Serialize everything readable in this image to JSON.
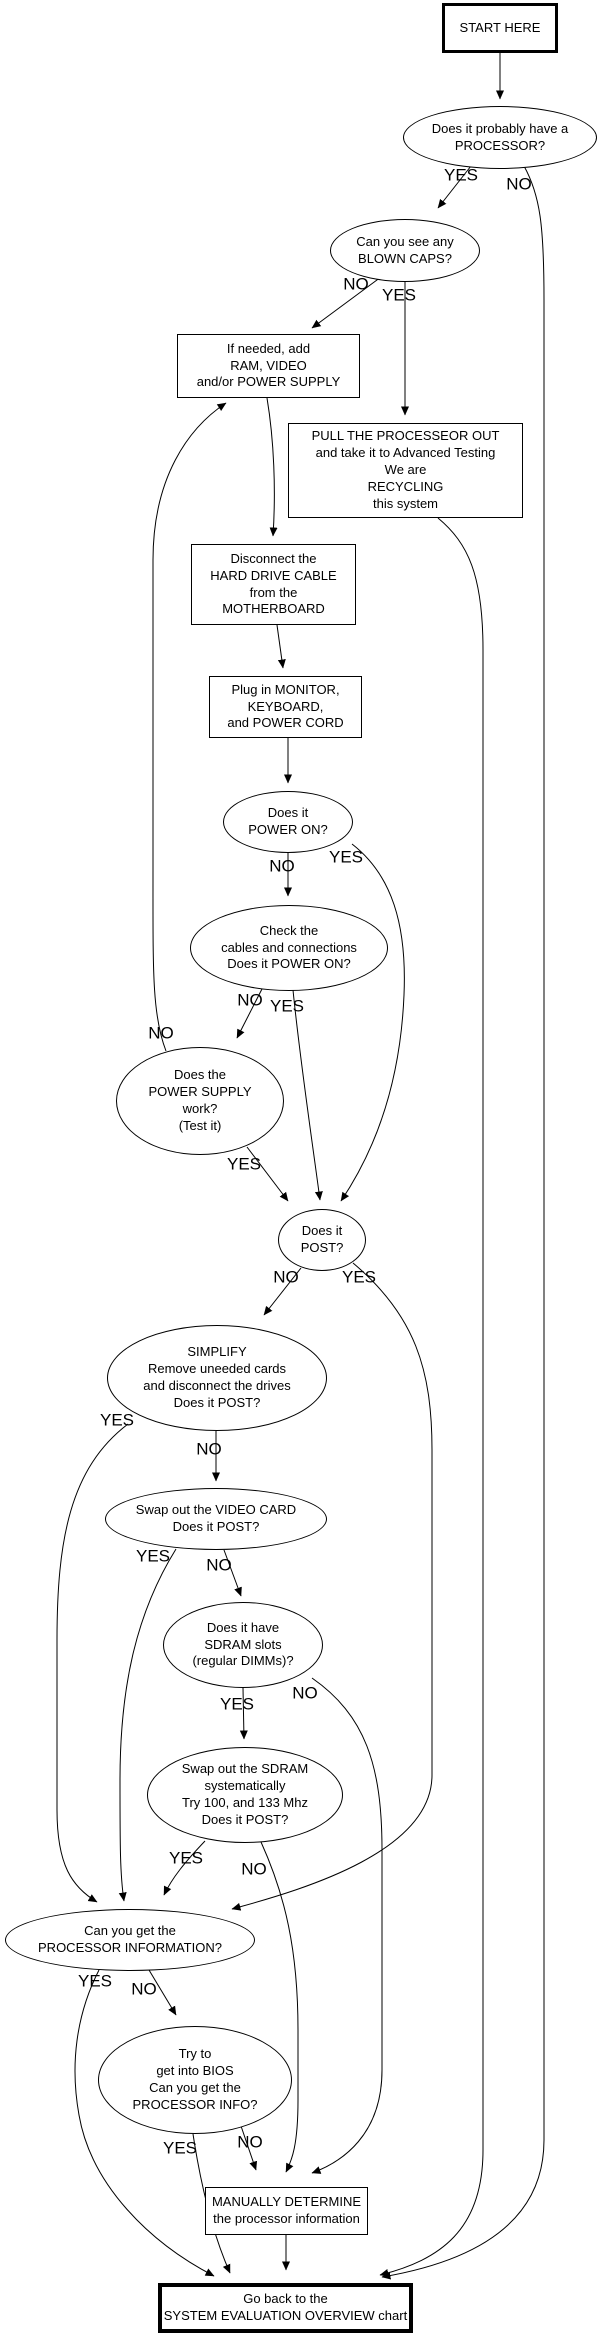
{
  "diagram": {
    "title": "Processor system evaluation flowchart",
    "colors": {
      "stroke": "#000000",
      "background": "#ffffff",
      "text": "#000000"
    },
    "nodes": {
      "start": {
        "label": "START HERE"
      },
      "has_processor": {
        "label": "Does it probably have a\nPROCESSOR?"
      },
      "blown_caps": {
        "label": "Can you see any\nBLOWN CAPS?"
      },
      "add_parts": {
        "label": "If needed, add\nRAM, VIDEO\nand/or POWER SUPPLY"
      },
      "pull_processor": {
        "label": "PULL THE PROCESSEOR OUT\nand take it to Advanced Testing\nWe are\nRECYCLING\nthis system"
      },
      "disconnect_hdd": {
        "label": "Disconnect the\nHARD DRIVE CABLE\nfrom the\nMOTHERBOARD"
      },
      "plug_in": {
        "label": "Plug in MONITOR,\nKEYBOARD,\nand POWER CORD"
      },
      "power_on": {
        "label": "Does it\nPOWER ON?"
      },
      "check_cables": {
        "label": "Check the\ncables and connections\nDoes it POWER ON?"
      },
      "power_supply": {
        "label": "Does the\nPOWER SUPPLY\nwork?\n(Test it)"
      },
      "post": {
        "label": "Does it\nPOST?"
      },
      "simplify": {
        "label": "SIMPLIFY\nRemove uneeded cards\nand disconnect the drives\nDoes it POST?"
      },
      "video_card": {
        "label": "Swap out the VIDEO CARD\nDoes it POST?"
      },
      "sdram_slots": {
        "label": "Does it have\nSDRAM slots\n(regular DIMMs)?"
      },
      "swap_sdram": {
        "label": "Swap out the SDRAM\nsystematically\nTry 100, and 133 Mhz\nDoes it POST?"
      },
      "processor_info": {
        "label": "Can you get the\nPROCESSOR INFORMATION?"
      },
      "bios": {
        "label": "Try to\nget into BIOS\nCan you get the\nPROCESSOR INFO?"
      },
      "manual": {
        "label": "MANUALLY DETERMINE\nthe processor information"
      },
      "go_back": {
        "label": "Go back to the\nSYSTEM EVALUATION OVERVIEW chart"
      }
    },
    "edge_labels": [
      {
        "text": "YES"
      },
      {
        "text": "NO"
      },
      {
        "text": "NO"
      },
      {
        "text": "YES"
      },
      {
        "text": "NO"
      },
      {
        "text": "YES"
      },
      {
        "text": "NO"
      },
      {
        "text": "YES"
      },
      {
        "text": "NO"
      },
      {
        "text": "YES"
      },
      {
        "text": "NO"
      },
      {
        "text": "YES"
      },
      {
        "text": "YES"
      },
      {
        "text": "NO"
      },
      {
        "text": "YES"
      },
      {
        "text": "NO"
      },
      {
        "text": "YES"
      },
      {
        "text": "NO"
      },
      {
        "text": "YES"
      },
      {
        "text": "NO"
      },
      {
        "text": "YES"
      },
      {
        "text": "NO"
      },
      {
        "text": "YES"
      },
      {
        "text": "NO"
      }
    ]
  }
}
